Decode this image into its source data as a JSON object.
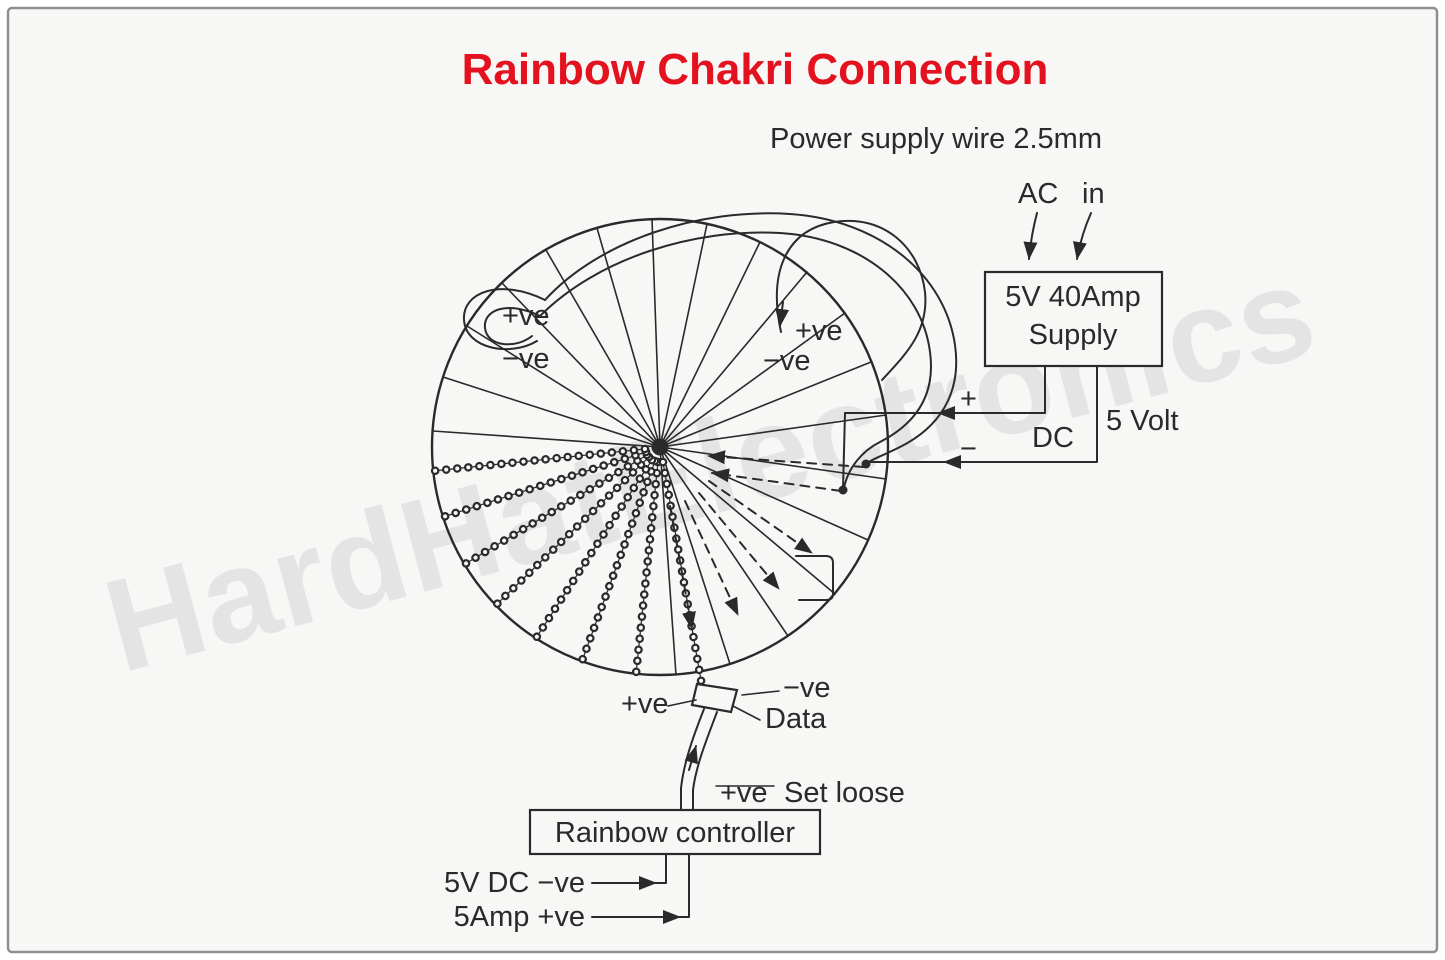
{
  "title": "Rainbow Chakri Connection",
  "watermark": "HardHatElectronics",
  "colors": {
    "title-red": "#e4121e",
    "ink": "#2a2a2a",
    "bg": "#f7f7f6",
    "border": "#8f8f8f",
    "watermark-gray": "#e4e4e4"
  },
  "labels": {
    "power_wire": "Power supply wire 2.5mm",
    "ac": "AC",
    "in": "in",
    "supply_line1": "5V 40Amp",
    "supply_line2": "Supply",
    "five_volt": "5 Volt",
    "dc": "DC",
    "plus": "+",
    "minus": "−",
    "wheel_left_pos": "+ve",
    "wheel_left_neg": "−ve",
    "wheel_mid_pos": "+ve",
    "wheel_mid_neg": "−ve",
    "conn_pos": "+ve",
    "conn_neg": "−ve",
    "conn_data": "Data",
    "set_loose_pos": "+ve",
    "set_loose_text": "Set loose",
    "controller": "Rainbow controller",
    "feed_neg": "5V DC −ve",
    "feed_pos": "5Amp +ve"
  }
}
